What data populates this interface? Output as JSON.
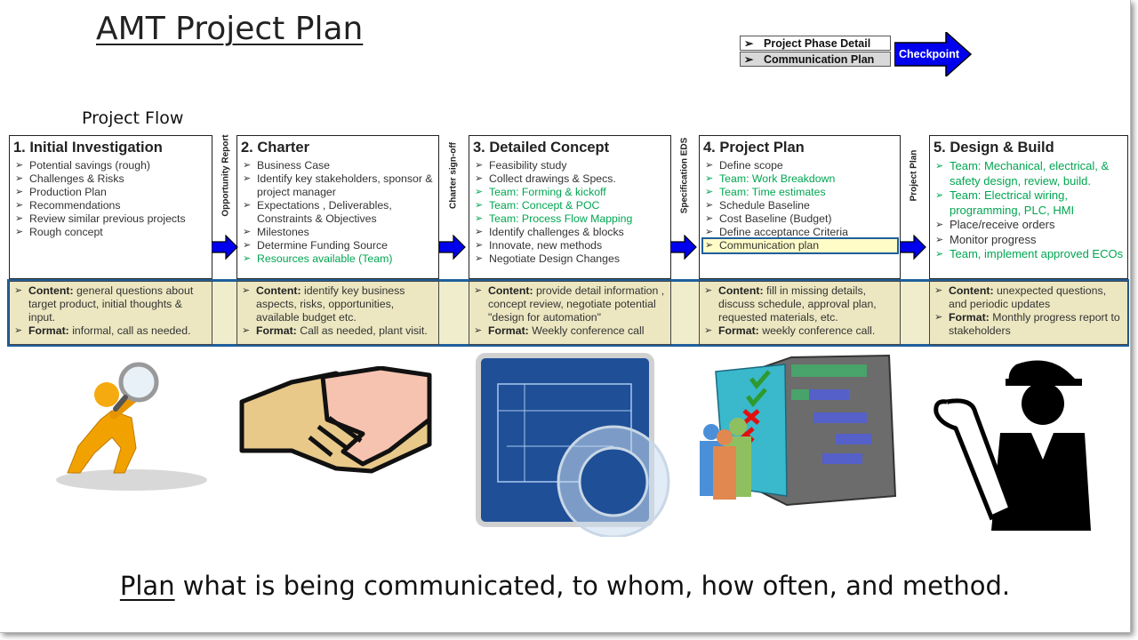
{
  "title": "AMT Project Plan",
  "legend": {
    "items": [
      "Project Phase Detail",
      "Communication Plan"
    ],
    "checkpoint": "Checkpoint",
    "arrow_glyph": "➢"
  },
  "flow_label": "Project Flow",
  "colors": {
    "accent_blue": "#1f5f9b",
    "arrow_blue": "#0000ee",
    "green_text": "#00a651",
    "info_bg": "#ece7c1"
  },
  "phases": [
    {
      "title": "1. Initial Investigation",
      "items": [
        {
          "text": "Potential savings (rough)"
        },
        {
          "text": "Challenges & Risks"
        },
        {
          "text": "Production Plan"
        },
        {
          "text": "Recommendations"
        },
        {
          "text": "Review similar previous projects"
        },
        {
          "text": "Rough concept"
        }
      ],
      "content_label": "Content:",
      "content": "general questions about target product, initial thoughts & input.",
      "format_label": "Format:",
      "format": "informal, call as needed."
    },
    {
      "title": "2. Charter",
      "items": [
        {
          "text": "Business Case"
        },
        {
          "text": "Identify key stakeholders, sponsor & project manager"
        },
        {
          "text": "Expectations , Deliverables, Constraints & Objectives"
        },
        {
          "text": "Milestones"
        },
        {
          "text": "Determine Funding Source"
        },
        {
          "text": "Resources available (Team)",
          "green": true
        }
      ],
      "content_label": "Content:",
      "content": "identify key business aspects, risks, opportunities, available budget etc.",
      "format_label": "Format:",
      "format": "Call as needed, plant visit."
    },
    {
      "title": "3. Detailed Concept",
      "items": [
        {
          "text": "Feasibility study"
        },
        {
          "text": "Collect drawings & Specs."
        },
        {
          "text": "Team: Forming & kickoff",
          "green": true
        },
        {
          "text": "Team: Concept & POC",
          "green": true
        },
        {
          "text": "Team: Process Flow Mapping",
          "green": true
        },
        {
          "text": "Identify challenges & blocks"
        },
        {
          "text": "Innovate, new methods"
        },
        {
          "text": "Negotiate Design Changes"
        }
      ],
      "content_label": "Content:",
      "content": "provide detail information , concept review, negotiate potential \"design for automation\"",
      "format_label": "Format:",
      "format": "Weekly conference call"
    },
    {
      "title": "4. Project Plan",
      "items": [
        {
          "text": "Define scope"
        },
        {
          "text": "Team: Work Breakdown",
          "green": true
        },
        {
          "text": "Team: Time estimates",
          "green": true
        },
        {
          "text": "Schedule Baseline"
        },
        {
          "text": "Cost  Baseline (Budget)"
        },
        {
          "text": "Define acceptance Criteria"
        },
        {
          "text": "Communication plan",
          "highlight": true
        }
      ],
      "content_label": "Content:",
      "content": "fill in missing details, discuss schedule, approval plan, requested materials, etc.",
      "format_label": "Format:",
      "format": "weekly conference call."
    },
    {
      "title": "5. Design & Build",
      "items": [
        {
          "text": "Team: Mechanical, electrical, & safety design, review, build.",
          "green": true
        },
        {
          "text": "Team: Electrical wiring, programming, PLC, HMI",
          "green": true
        },
        {
          "text": "Place/receive orders"
        },
        {
          "text": "Monitor progress"
        },
        {
          "text": "Team, implement approved ECOs",
          "green": true
        }
      ],
      "content_label": "Content:",
      "content": "unexpected questions, and periodic updates",
      "format_label": "Format:",
      "format": "Monthly progress report to stakeholders"
    }
  ],
  "gates": [
    "Opportunity Report",
    "Charter sign-off",
    "Specification EDS",
    "Project Plan"
  ],
  "illustrations": [
    "magnifier-figure",
    "handshake",
    "blueprint-protractor",
    "gantt-checklist-team",
    "engineer-hardhat"
  ],
  "bottom": {
    "underlined": "Plan",
    "rest": " what is being communicated, to whom, how often, and method."
  }
}
